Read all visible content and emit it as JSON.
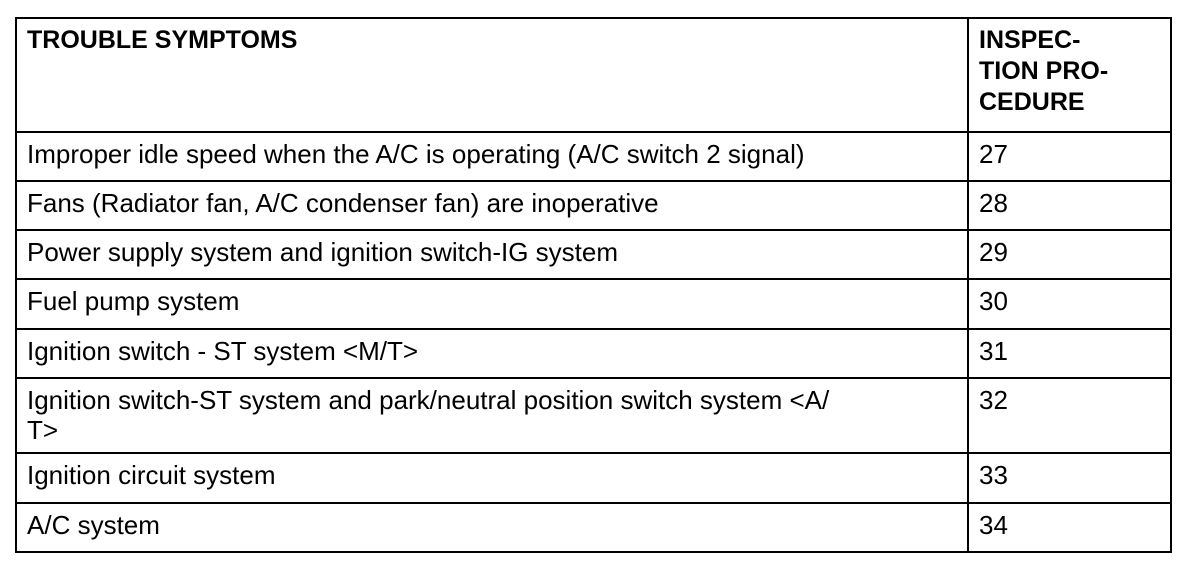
{
  "table": {
    "headers": {
      "symptom": "TROUBLE SYMPTOMS",
      "procedure_lines": [
        "INSPEC-",
        "TION PRO-",
        "CEDURE"
      ]
    },
    "rows": [
      {
        "symptom": "Improper idle speed when the A/C is operating (A/C switch 2 signal)",
        "procedure": "27"
      },
      {
        "symptom": "Fans (Radiator fan, A/C condenser fan) are inoperative",
        "procedure": "28"
      },
      {
        "symptom": "Power supply system and ignition switch-IG system",
        "procedure": "29"
      },
      {
        "symptom": "Fuel pump system",
        "procedure": "30"
      },
      {
        "symptom": "Ignition switch - ST system <M/T>",
        "procedure": "31"
      },
      {
        "symptom_lines": [
          "Ignition switch-ST system and park/neutral position switch system <A/",
          "T>"
        ],
        "procedure": "32"
      },
      {
        "symptom": "Ignition circuit system",
        "procedure": "33"
      },
      {
        "symptom": "A/C system",
        "procedure": "34"
      }
    ]
  }
}
